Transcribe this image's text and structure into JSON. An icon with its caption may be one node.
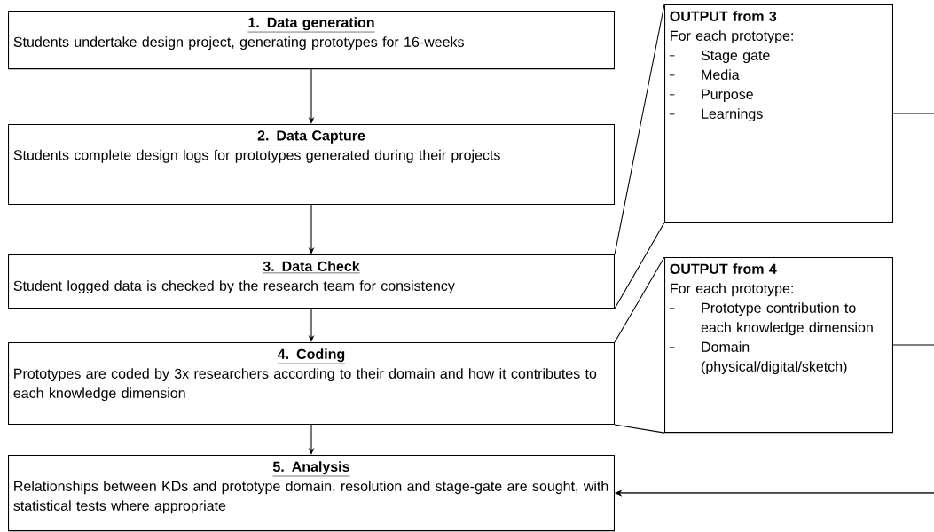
{
  "diagram": {
    "nodes": [
      {
        "text": [
          "1. Data generation",
          "Students undertake design project, generating prototypes for 16-weeks"
        ]
      },
      {
        "text": [
          "2. Data Capture",
          "Students complete design logs for prototypes generated during their projects"
        ]
      },
      {
        "text": [
          "3. Data Check",
          "Student logged data is checked by the research team for consistency"
        ]
      },
      {
        "text": [
          "4. Coding",
          "Prototypes are coded by 3x researchers according to their domain and how it contributes to each knowledge dimension"
        ]
      },
      {
        "text": [
          "5. Analysis",
          "Relationships between KDs and prototype domain, resolution and stage-gate are sought, with statistical tests where appropriate"
        ]
      },
      {
        "text": [
          "OUTPUT from 3",
          "For each prototype:",
          "Stage gate",
          "Media",
          "Purpose",
          "Learnings"
        ]
      },
      {
        "text": [
          "OUTPUT from 4",
          "For each prototype:",
          "Prototype contribution to each knowledge dimension",
          "Domain (physical/digital/sketch)"
        ]
      }
    ],
    "edges": [
      {
        "from": 0,
        "to": 1,
        "arrow": "to"
      },
      {
        "from": 1,
        "to": 2,
        "arrow": "to"
      },
      {
        "from": 2,
        "to": 3,
        "arrow": "to"
      },
      {
        "from": 3,
        "to": 4,
        "arrow": "to"
      },
      {
        "from": 2,
        "to": 5,
        "arrow": "none"
      },
      {
        "from": 3,
        "to": 6,
        "arrow": "none"
      },
      {
        "from": 5,
        "to": 4,
        "arrow": "to"
      },
      {
        "from": 6,
        "to": 4,
        "arrow": "to"
      }
    ]
  }
}
